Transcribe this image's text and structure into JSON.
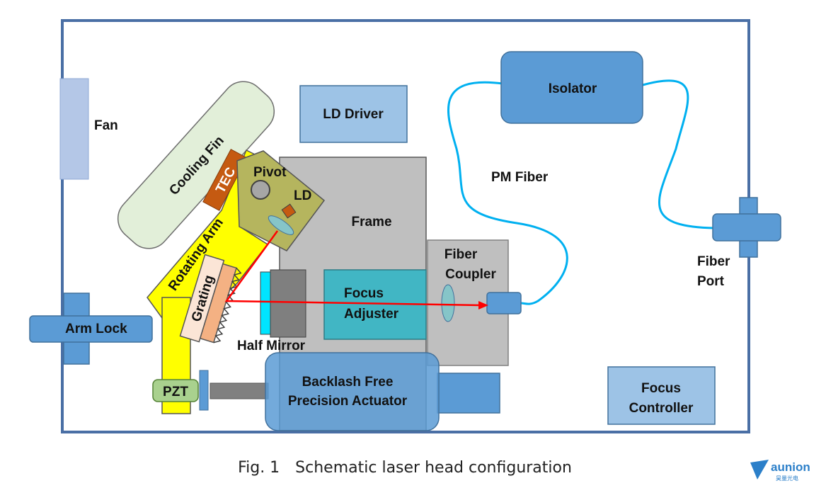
{
  "labels": {
    "fan": "Fan",
    "cooling_fin": "Cooling Fin",
    "tec": "TEC",
    "ld_driver": "LD Driver",
    "isolator": "Isolator",
    "pm_fiber": "PM Fiber",
    "pivot": "Pivot",
    "ld": "LD",
    "frame": "Frame",
    "rotating_arm": "Rotating Arm",
    "grating": "Grating",
    "fiber_coupler_1": "Fiber",
    "fiber_coupler_2": "Coupler",
    "fiber_port_1": "Fiber",
    "fiber_port_2": "Port",
    "focus_adjuster_1": "Focus",
    "focus_adjuster_2": "Adjuster",
    "arm_lock": "Arm Lock",
    "half_mirror": "Half Mirror",
    "actuator_1": "Backlash Free",
    "actuator_2": "Precision Actuator",
    "pzt": "PZT",
    "focus_controller_1": "Focus",
    "focus_controller_2": "Controller"
  },
  "caption": "Fig. 1 Schematic laser head configuration",
  "logo": {
    "brand": "aunion",
    "sub": "昊量光电"
  },
  "colors": {
    "enclosure": "#4a6fa5",
    "box_light_blue": "#9dc3e6",
    "box_blue": "#5b9bd5",
    "cooling_fin": "#e2efd9",
    "tec": "#c55a11",
    "rotating_arm": "#ffff00",
    "frame": "#bfbfbf",
    "ld_mount": "#b5b55e",
    "focus_adjuster": "#41b6c4",
    "grating": "#f4b183",
    "grating_base": "#fbe5d6",
    "pzt": "#a9d18e",
    "laser_beam": "#ff0000",
    "pm_fiber_cable": "#00b0f0"
  }
}
